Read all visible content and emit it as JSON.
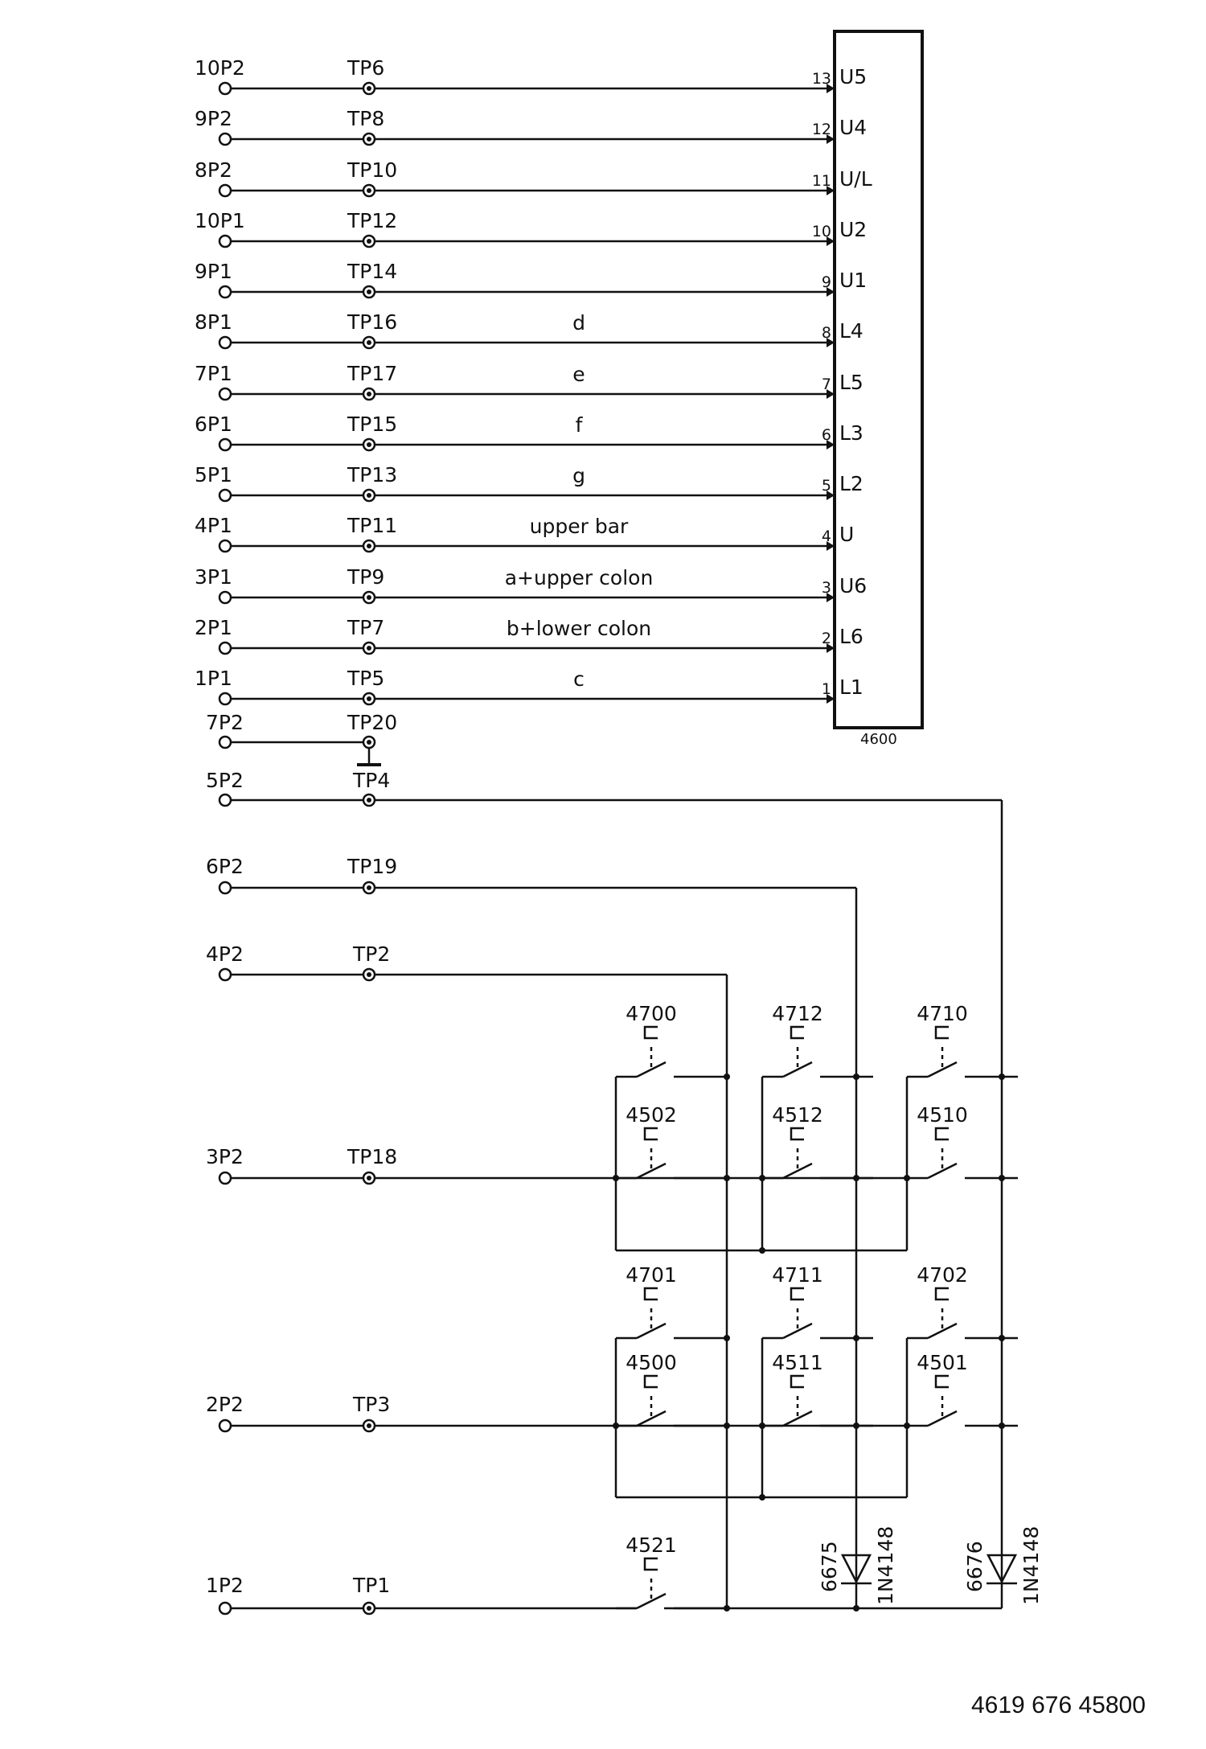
{
  "document_number": "4619 676 45800",
  "ic": {
    "designator": "4600"
  },
  "ic_lines": [
    {
      "connector": "10P2",
      "testpoint": "TP6",
      "pin": "13",
      "pin_name": "U5",
      "signal": ""
    },
    {
      "connector": "9P2",
      "testpoint": "TP8",
      "pin": "12",
      "pin_name": "U4",
      "signal": ""
    },
    {
      "connector": "8P2",
      "testpoint": "TP10",
      "pin": "11",
      "pin_name": "U/L",
      "signal": ""
    },
    {
      "connector": "10P1",
      "testpoint": "TP12",
      "pin": "10",
      "pin_name": "U2",
      "signal": ""
    },
    {
      "connector": "9P1",
      "testpoint": "TP14",
      "pin": "9",
      "pin_name": "U1",
      "signal": ""
    },
    {
      "connector": "8P1",
      "testpoint": "TP16",
      "pin": "8",
      "pin_name": "L4",
      "signal": "d"
    },
    {
      "connector": "7P1",
      "testpoint": "TP17",
      "pin": "7",
      "pin_name": "L5",
      "signal": "e"
    },
    {
      "connector": "6P1",
      "testpoint": "TP15",
      "pin": "6",
      "pin_name": "L3",
      "signal": "f"
    },
    {
      "connector": "5P1",
      "testpoint": "TP13",
      "pin": "5",
      "pin_name": "L2",
      "signal": "g"
    },
    {
      "connector": "4P1",
      "testpoint": "TP11",
      "pin": "4",
      "pin_name": "U",
      "signal": "upper bar"
    },
    {
      "connector": "3P1",
      "testpoint": "TP9",
      "pin": "3",
      "pin_name": "U6",
      "signal": "a+upper colon"
    },
    {
      "connector": "2P1",
      "testpoint": "TP7",
      "pin": "2",
      "pin_name": "L6",
      "signal": "b+lower colon"
    },
    {
      "connector": "1P1",
      "testpoint": "TP5",
      "pin": "1",
      "pin_name": "L1",
      "signal": "c"
    }
  ],
  "ground_line": {
    "connector": "7P2",
    "testpoint": "TP20"
  },
  "keypad_lines": [
    {
      "connector": "5P2",
      "testpoint": "TP4"
    },
    {
      "connector": "6P2",
      "testpoint": "TP19"
    },
    {
      "connector": "4P2",
      "testpoint": "TP2"
    },
    {
      "connector": "3P2",
      "testpoint": "TP18"
    },
    {
      "connector": "2P2",
      "testpoint": "TP3"
    },
    {
      "connector": "1P2",
      "testpoint": "TP1"
    }
  ],
  "switches": [
    "4700",
    "4712",
    "4710",
    "4502",
    "4512",
    "4510",
    "4701",
    "4711",
    "4702",
    "4500",
    "4511",
    "4501",
    "4521"
  ],
  "diodes": [
    {
      "ref": "6675",
      "type": "1N4148"
    },
    {
      "ref": "6676",
      "type": "1N4148"
    }
  ]
}
